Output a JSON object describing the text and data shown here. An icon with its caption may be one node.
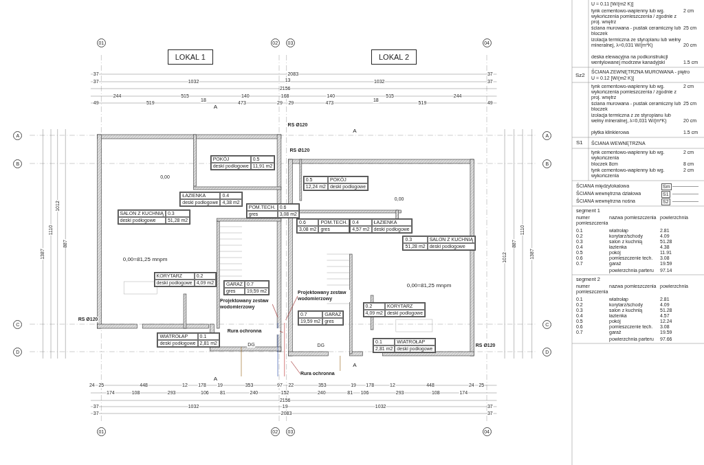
{
  "diagram": {
    "nodes": [
      {
        "text": [
          "LOKAL 1"
        ]
      },
      {
        "text": [
          "LOKAL 2"
        ]
      },
      {
        "text": [
          "POKÓJ",
          "0.5",
          "deski podłogowe",
          "11,91 m2"
        ]
      },
      {
        "text": [
          "ŁAZIENKA",
          "0.4",
          "deski podłogowe",
          "4,38 m2"
        ]
      },
      {
        "text": [
          "POM.TECH.",
          "0.6",
          "gres",
          "3,08 m2"
        ]
      },
      {
        "text": [
          "SALON Z KUCHNIĄ",
          "0.3",
          "deski podłogowe",
          "51,28 m2"
        ]
      },
      {
        "text": [
          "KORYTARZ",
          "0.2",
          "deski podłogowe",
          "4,09 m2"
        ]
      },
      {
        "text": [
          "GARAŻ",
          "0.7",
          "gres",
          "19,59 m2"
        ]
      },
      {
        "text": [
          "WIATROŁAP",
          "0.1",
          "deski podłogowe",
          "2,81 m2"
        ]
      },
      {
        "text": [
          "0.5",
          "POKÓJ",
          "12,24 m2",
          "deski podłogowe"
        ]
      },
      {
        "text": [
          "0.4",
          "ŁAZIENKA",
          "4,57 m2",
          "deski podłogowe"
        ]
      },
      {
        "text": [
          "0.6",
          "POM.TECH.",
          "3,08 m2",
          "gres"
        ]
      },
      {
        "text": [
          "0.3",
          "SALON Z KUCHNIĄ",
          "51,28 m2",
          "deski podłogowe"
        ]
      },
      {
        "text": [
          "0.2",
          "KORYTARZ",
          "4,09 m2",
          "deski podłogowe"
        ]
      },
      {
        "text": [
          "0.7",
          "GARAŻ",
          "19,59 m2",
          "gres"
        ]
      },
      {
        "text": [
          "0.1",
          "WIATROŁAP",
          "2,81 m2",
          "deski podłogowe"
        ]
      },
      {
        "text": [
          "Projektowany zestaw wodomierzowy"
        ]
      },
      {
        "text": [
          "Rura ochronna"
        ]
      },
      {
        "text": [
          "Projektowany zestaw wodomierzowy"
        ]
      },
      {
        "text": [
          "Rura ochronna"
        ]
      },
      {
        "text": [
          "01"
        ]
      },
      {
        "text": [
          "02"
        ]
      },
      {
        "text": [
          "03"
        ]
      },
      {
        "text": [
          "04"
        ]
      },
      {
        "text": [
          "01"
        ]
      },
      {
        "text": [
          "02"
        ]
      },
      {
        "text": [
          "03"
        ]
      },
      {
        "text": [
          "04"
        ]
      },
      {
        "text": [
          "A"
        ]
      },
      {
        "text": [
          "B"
        ]
      },
      {
        "text": [
          "C"
        ]
      },
      {
        "text": [
          "D"
        ]
      },
      {
        "text": [
          "A"
        ]
      },
      {
        "text": [
          "B"
        ]
      },
      {
        "text": [
          "C"
        ]
      },
      {
        "text": [
          "D"
        ]
      }
    ],
    "edges": [
      {
        "from": 16,
        "to": null,
        "arrow": "none"
      },
      {
        "from": 17,
        "to": null,
        "arrow": "none"
      },
      {
        "from": 18,
        "to": null,
        "arrow": "none"
      },
      {
        "from": 19,
        "to": null,
        "arrow": "none"
      }
    ],
    "labels": [
      "37",
      "2083",
      "37",
      "37",
      "1032",
      "13",
      "1032",
      "37",
      "2156",
      "244",
      "515",
      "140",
      "168",
      "140",
      "515",
      "244",
      "49",
      "519",
      "18",
      "473",
      "29",
      "29",
      "473",
      "18",
      "519",
      "49",
      "24",
      "25",
      "448",
      "12",
      "178",
      "19",
      "353",
      "97",
      "22",
      "353",
      "19",
      "178",
      "12",
      "448",
      "24",
      "25",
      "174",
      "108",
      "293",
      "106",
      "81",
      "240",
      "152",
      "240",
      "81",
      "106",
      "293",
      "108",
      "174",
      "2156",
      "37",
      "1032",
      "19",
      "1032",
      "37",
      "37",
      "2083",
      "37",
      "1387",
      "1110",
      "1012",
      "887",
      "1012",
      "887",
      "1110",
      "1387",
      "0,00",
      "0,00=81,25 mnpm",
      "0,00",
      "0,00=81,25 mnpm",
      "RS Ø120",
      "RS Ø120",
      "RS Ø120",
      "RS Ø120",
      "A",
      "A",
      "A",
      "A",
      "DG",
      "DG",
      "U = 0.11 [W/(m2 K)]",
      "tynk cementowo-wapienny lub wg. wykończenia pomieszczenia / zgodnie z proj. wnętrz",
      "2 cm",
      "ściana murowana - pustak ceramiczny lub bloczek",
      "25 cm",
      "izolacja termiczna ze styropianu lub wełny mineralnej, λ=0,031 W/(m*K)",
      "20 cm",
      "deska elewacyjna na podkonstrukcji wentylowanej modrzew kanadyjski",
      "1.5 cm",
      "Sz2",
      "ŚCIANA ZEWNĘTRZNA MUROWANA - piętro",
      "U = 0.12 [W/(m2 K)]",
      "tynk cementowo-wapienny lub wg. wykończenia pomieszczenia / zgodnie z proj. wnętrz",
      "2 cm",
      "ściana murowana - pustak ceramiczny lub bloczek",
      "25 cm",
      "izolacja termiczna z ze styropianu lub wełny mineralnej, λ=0,031 W/(m*K)",
      "20 cm",
      "płytka klinkierowa",
      "1.5 cm",
      "S1",
      "ŚCIANA WEWNĘTRZNA",
      "tynk cementowo-wapienny lub wg. wykończenia",
      "2 cm",
      "bloczek 8cm",
      "8 cm",
      "tynk cementowo-wapienny lub wg. wykończenia",
      "2 cm",
      "Sm",
      "S1",
      "S2",
      "segment 1",
      "numer pomieszczenia",
      "nazwa pomieszczenia",
      "powierzchnia",
      "0.1",
      "wiatrołap",
      "2.81",
      "0.2",
      "korytarz/schody",
      "4.09",
      "0.3",
      "salon z kuchnią",
      "51.28",
      "0.4",
      "łazienka",
      "4.38",
      "0.5",
      "pokój",
      "11.91",
      "0.6",
      "pomieszczenie tech.",
      "3.08",
      "0.7",
      "garaż",
      "19.59",
      "powierzchnia parteru",
      "97.14",
      "segment 2",
      "numer pomieszczenia",
      "nazwa pomieszczenia",
      "powierzchnia",
      "0.1",
      "wiatrołap",
      "2.81",
      "0.2",
      "korytarz/schody",
      "4.09",
      "0.3",
      "salon z kuchnią",
      "51.28",
      "0.4",
      "łazienka",
      "4.57",
      "0.5",
      "pokój",
      "12.24",
      "0.6",
      "pomieszczenie tech.",
      "3.08",
      "0.7",
      "garaż",
      "19.59",
      "powierzchnia parteru",
      "97.66"
    ],
    "legend": [
      {
        "text": "ŚCIANA międzylokalowa"
      },
      {
        "text": "ŚCIANA wewnętrzna działowa"
      },
      {
        "text": "ŚCIANA wewnętrzna nośna"
      }
    ]
  }
}
